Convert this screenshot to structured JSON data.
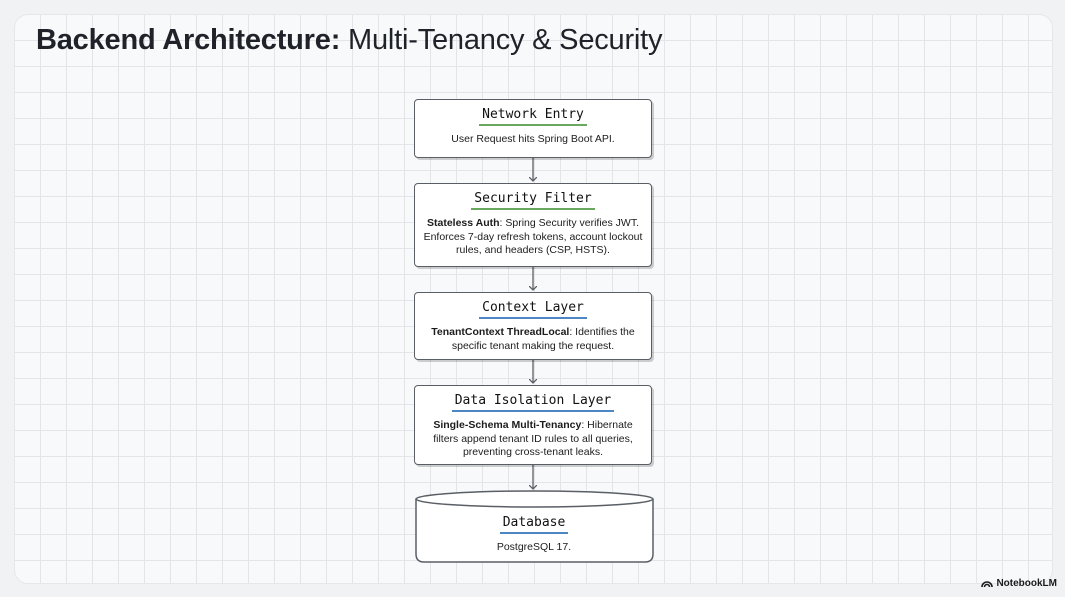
{
  "title": {
    "bold": "Backend Architecture:",
    "light": "Multi-Tenancy & Security"
  },
  "nodes": {
    "network_entry": {
      "title": "Network Entry",
      "desc": "User Request hits Spring Boot API."
    },
    "security_filter": {
      "title": "Security Filter",
      "desc_bold": "Stateless Auth",
      "desc": ": Spring Security verifies JWT. Enforces 7-day refresh tokens, account lockout rules, and headers (CSP, HSTS)."
    },
    "context_layer": {
      "title": "Context Layer",
      "desc_bold": "TenantContext ThreadLocal",
      "desc": ": Identifies the specific tenant making the request."
    },
    "data_isolation": {
      "title": "Data Isolation Layer",
      "desc_bold": "Single-Schema Multi-Tenancy",
      "desc": ": Hibernate filters append tenant ID rules to all queries, preventing cross-tenant leaks."
    },
    "database": {
      "title": "Database",
      "desc": "PostgreSQL 17."
    }
  },
  "brand": {
    "label": "NotebookLM",
    "icon": "notebooklm-logo-icon"
  },
  "colors": {
    "underline_green": "#6aa860",
    "underline_blue": "#4e86c4",
    "box_border": "#5a5f66"
  }
}
